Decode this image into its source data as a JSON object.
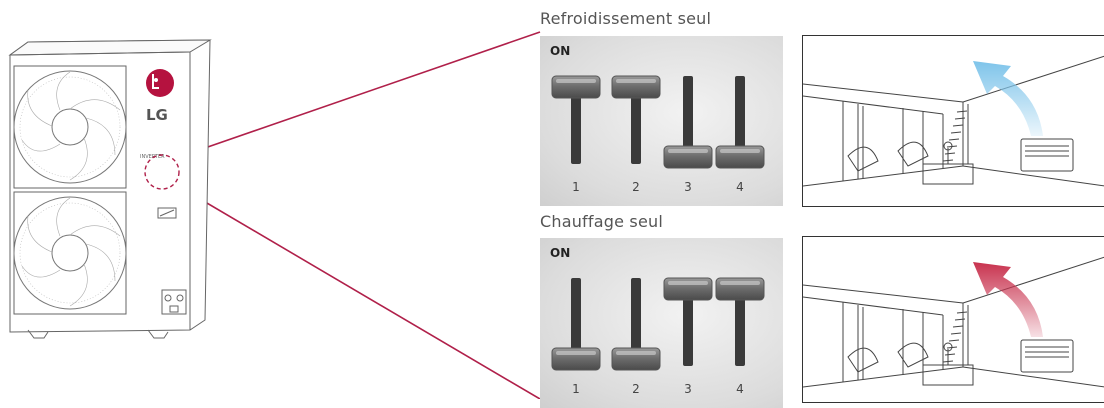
{
  "brand": {
    "logo_text": "LG",
    "inverter_text": "INVERTER"
  },
  "modes": [
    {
      "title": "Refroidissement seul",
      "on_label": "ON",
      "switches": [
        {
          "number": "1",
          "on": true
        },
        {
          "number": "2",
          "on": true
        },
        {
          "number": "3",
          "on": false
        },
        {
          "number": "4",
          "on": false
        }
      ],
      "airflow": "cool"
    },
    {
      "title": "Chauffage seul",
      "on_label": "ON",
      "switches": [
        {
          "number": "1",
          "on": false
        },
        {
          "number": "2",
          "on": false
        },
        {
          "number": "3",
          "on": true
        },
        {
          "number": "4",
          "on": true
        }
      ],
      "airflow": "heat"
    }
  ],
  "colors": {
    "callout_line": "#b0204a",
    "cool_arrow": "#7ec4ea",
    "heat_arrow": "#c8324e",
    "logo_red": "#b5123f"
  }
}
